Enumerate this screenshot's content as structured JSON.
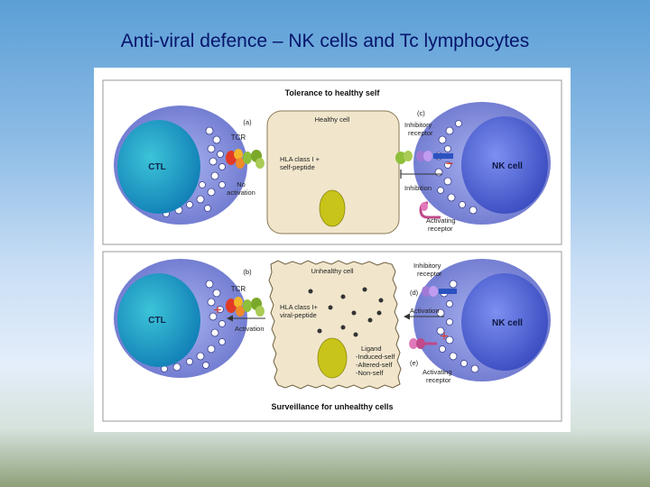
{
  "slide": {
    "title": "Anti-viral defence – NK cells and Tc lymphocytes"
  },
  "figure": {
    "top": {
      "heading": "Tolerance to healthy self",
      "panel_a": "(a)",
      "panel_c": "(c)",
      "ctl": "CTL",
      "nk": "NK cell",
      "tcr": "TCR",
      "healthy_cell": "Healthy cell",
      "hla_line1": "HLA class I +",
      "hla_line2": "self-peptide",
      "no_line1": "No",
      "no_line2": "activation",
      "inhib_line1": "Inhibitory",
      "inhib_line2": "receptor",
      "inhibition": "Inhibition",
      "act_line1": "Activating",
      "act_line2": "receptor",
      "minus": "−"
    },
    "bottom": {
      "heading": "Surveillance for unhealthy cells",
      "panel_b": "(b)",
      "panel_d": "(d)",
      "panel_e": "(e)",
      "ctl": "CTL",
      "nk": "NK cell",
      "tcr": "TCR",
      "unhealthy_cell": "Unhealthy cell",
      "hla_line1": "HLA class I+",
      "hla_line2": "viral-peptide",
      "activation_ctl": "Activation",
      "activation_nk": "Activation",
      "inhib_line1": "Inhibitory",
      "inhib_line2": "receptor",
      "ligand": "Ligand",
      "lig1": "-Induced-self",
      "lig2": "-Altered-self",
      "lig3": "-Non-self",
      "act_line1": "Activating",
      "act_line2": "receptor",
      "plus": "+"
    },
    "colors": {
      "cell_halo": "#7b86d6",
      "nucleus_ctl": "#1aa6c8",
      "nucleus_nk": "#4a63d0",
      "target_cell": "#f1e6cc",
      "target_nucleus": "#c8c419",
      "activation_sign": "#d63a2a"
    }
  }
}
